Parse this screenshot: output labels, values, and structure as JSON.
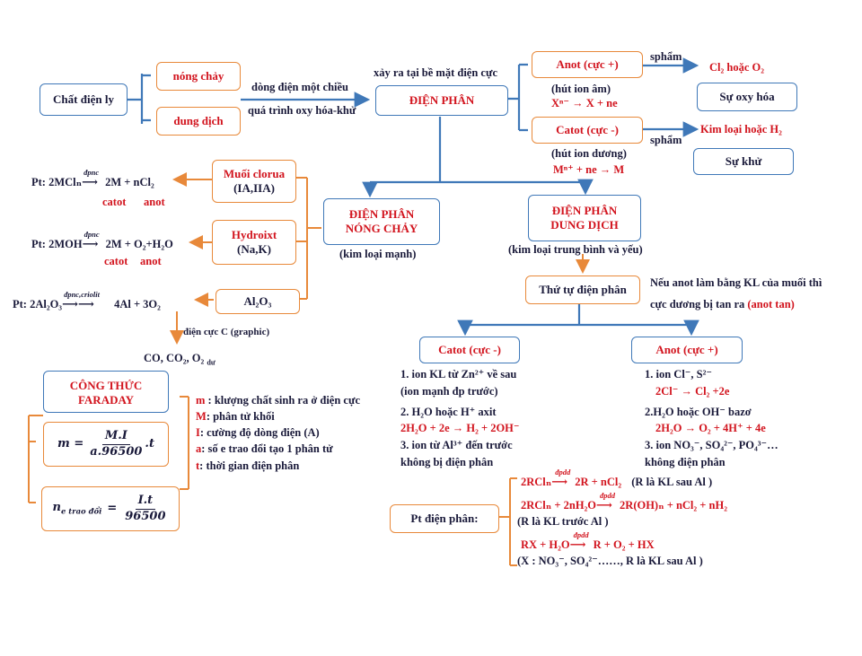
{
  "electrolyte": "Chất điện ly",
  "melt": "nóng chảy",
  "solution": "dung dịch",
  "dc_current": "dòng điện một chiều",
  "redox": "quá trình oxy hóa-khử",
  "at_surface": "xảy ra tại bề mặt điện cực",
  "electrolysis": "ĐIỆN PHÂN",
  "anode_pos": "Anot (cực +)",
  "anode_attract": "(hút ion âm)",
  "anode_rxn": "Xⁿ⁻ → X + ne",
  "product_label_1": "sphẩm",
  "anode_product": "Cl₂ hoặc O₂",
  "oxidation": "Sự oxy hóa",
  "cathode_neg": "Catot (cực -)",
  "cathode_attract": "(hút ion dương)",
  "cathode_rxn": "Mⁿ⁺ + ne → M",
  "product_label_2": "sphẩm",
  "cathode_product": "Kim loại hoặc H₂",
  "reduction": "Sự khử",
  "melt_elec_1": "ĐIỆN PHÂN",
  "melt_elec_2": "NÓNG CHẢY",
  "melt_note": "(kim loại mạnh)",
  "sol_elec_1": "ĐIỆN PHÂN",
  "sol_elec_2": "DUNG DỊCH",
  "sol_note": "(kim loại trung bình và yếu)",
  "chloride_1": "Muối clorua",
  "chloride_2": "(IA,IIA)",
  "hydroxide_1": "Hydroixt",
  "hydroxide_2": "(Na,K)",
  "alumina": "Al₂O₃",
  "eq1_left": "Pt: 2MClₙ",
  "eq1_over": "đpnc",
  "eq1_right": "2M + nCl₂",
  "eq1_catot": "catot",
  "eq1_anot": "anot",
  "eq2_left": "Pt: 2MOH",
  "eq2_over": "đpnc",
  "eq2_right": "2M + O₂+H₂O",
  "eq2_catot": "catot",
  "eq2_anot": "anot",
  "eq3_left": "Pt: 2Al₂O₃",
  "eq3_over": "đpnc,criolit",
  "eq3_right": "4Al + 3O₂",
  "graphite": "điện cực C (graphic)",
  "gases": "CO, CO₂, O₂",
  "gases_sub": "dư",
  "faraday_1": "CÔNG THỨC",
  "faraday_2": "FARADAY",
  "m_eq_lhs": "m =",
  "m_num": "M.I",
  "m_den": "a.96500",
  "m_tail": ".t",
  "ne_lhs": "n",
  "ne_sub": "e trao đổi",
  "ne_eq": "=",
  "ne_num": "I.t",
  "ne_den": "96500",
  "legend_m_key": "m",
  "legend_m": " : klượng chất sinh ra ở điện cực",
  "legend_M_key": "M",
  "legend_M": ": phân tử khối",
  "legend_I_key": "I",
  "legend_I": ": cường độ dòng điện (A)",
  "legend_a_key": "a",
  "legend_a": ": số e trao đổi tạo 1 phân tử",
  "legend_t_key": "t",
  "legend_t": ": thời gian điện phân",
  "order": "Thứ tự điện phân",
  "anode_note_1": "Nếu anot làm bằng KL của muối thì",
  "anode_note_2": "cực dương bị tan ra",
  "anode_note_red": "(anot tan)",
  "cat2": "Catot (cực -)",
  "an2": "Anot (cực +)",
  "cat_l1": "1. ion KL từ Zn²⁺ về sau",
  "cat_l2": "(ion mạnh đp trước)",
  "cat_l3": "2. H₂O hoặc H⁺ axit",
  "cat_l4": "2H₂O + 2e → H₂ + 2OH⁻",
  "cat_l5": "3. ion từ Al³⁺ đến trước",
  "cat_l6": "không bị điện phân",
  "an_l1": "1. ion Cl⁻, S²⁻",
  "an_l2": "2Cl⁻ → Cl₂ +2e",
  "an_l3": "2.H₂O hoặc OH⁻ bazơ",
  "an_l4": "2H₂O → O₂ + 4H⁺ + 4e",
  "an_l5": "3. ion NO₃⁻, SO₄²⁻, PO₄³⁻…",
  "an_l6": "không điện phân",
  "pt_box": "Pt điện phân:",
  "r1_left": "2RClₙ",
  "r1_over": "đpdd",
  "r1_right": "2R + nCl₂",
  "r1_note": "(R là KL sau Al )",
  "r2_left": "2RClₙ + 2nH₂O",
  "r2_over": "đpdd",
  "r2_right": "2R(OH)ₙ + nCl₂ + nH₂",
  "r2_note": "(R là KL trước Al )",
  "r3_left": "RX + H₂O",
  "r3_over": "đpdd",
  "r3_right": "R + O₂ + HX",
  "r3_note": "(X : NO₃⁻, SO₄²⁻……, R là KL sau Al )",
  "colors": {
    "orange": "#e8893a",
    "blue": "#3f78b8",
    "red": "#d2141e",
    "dark": "#1a1a3a"
  }
}
